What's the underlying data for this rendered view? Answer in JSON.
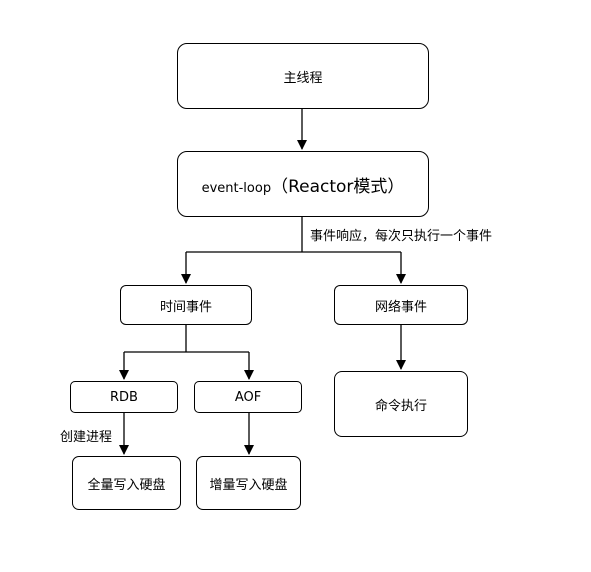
{
  "nodes": {
    "main_thread": "主线程",
    "event_loop": {
      "prefix": "event-loop",
      "suffix": "（Reactor模式）"
    },
    "time_events": "时间事件",
    "network_events": "网络事件",
    "rdb": "RDB",
    "aof": "AOF",
    "full_write": "全量写入硬盘",
    "incremental_write": "增量写入硬盘",
    "command_exec": "命令执行"
  },
  "edge_labels": {
    "event_note": "事件响应，每次只执行一个事件",
    "fork_process": "创建进程"
  }
}
